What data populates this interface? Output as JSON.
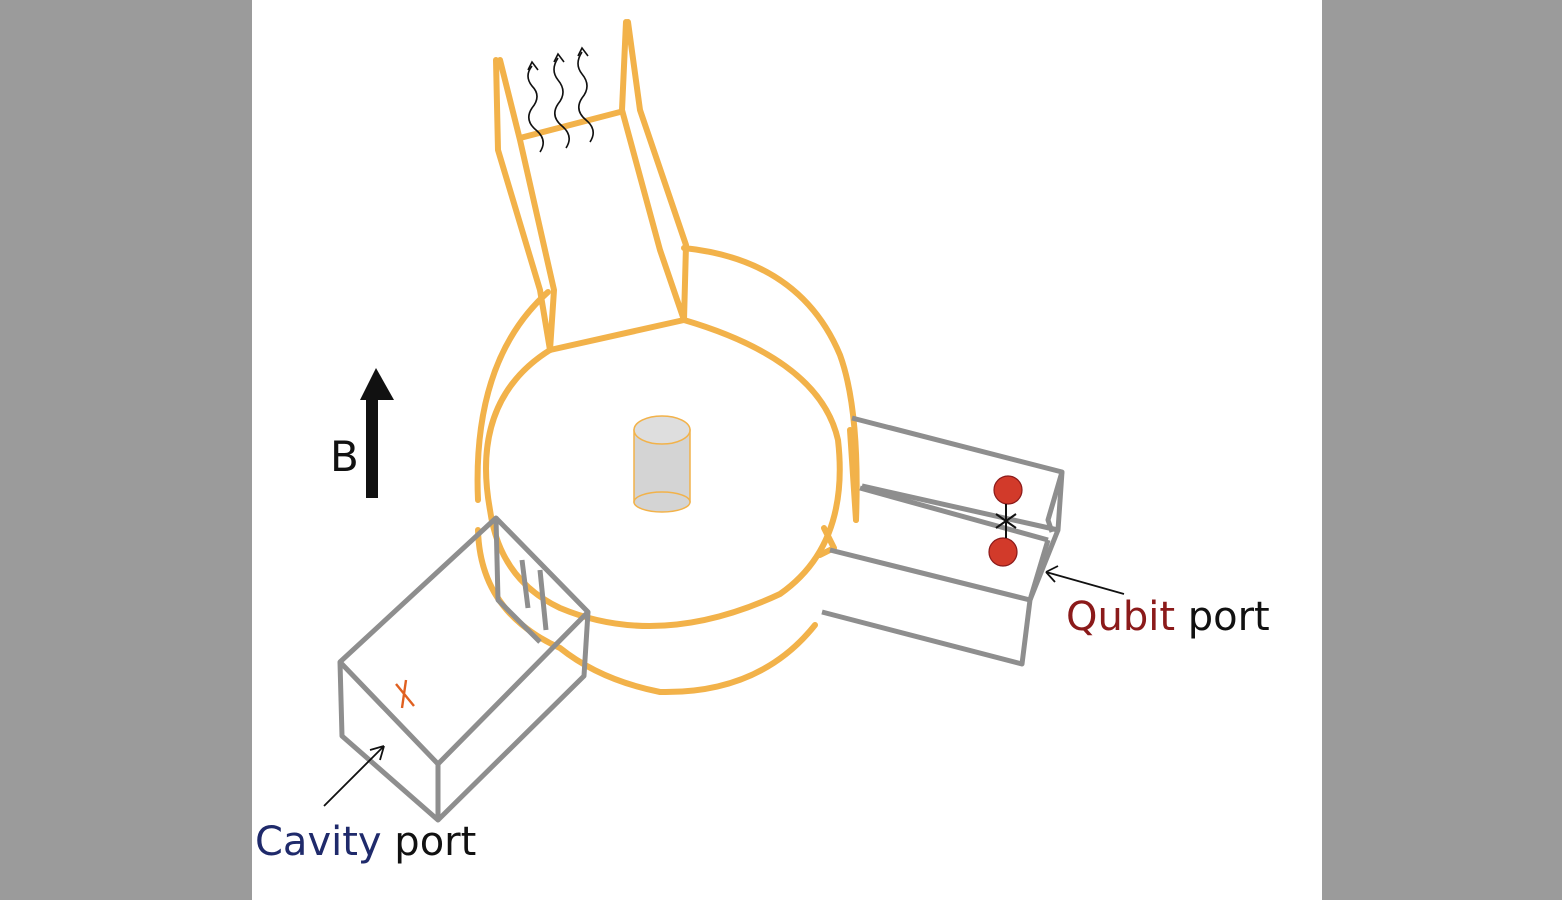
{
  "labels": {
    "field": "B",
    "qubit_word": "Qubit",
    "qubit_port_word": " port",
    "cavity_word": "Cavity",
    "cavity_port_word": " port"
  },
  "colors": {
    "background_outside": "#9b9b9b",
    "canvas": "#ffffff",
    "cavity_wall": "#f2b24a",
    "port_box": "#8e8e8e",
    "post": "#d4d4d4",
    "qubit_dot": "#d23a2a",
    "cross_mark": "#e06020",
    "qubit_text": "#8b1a1a",
    "cavity_text": "#1f2a6b",
    "arrow": "#111111"
  },
  "icons": {
    "field_arrow": "up-arrow-icon",
    "heat": "wavy-lines-icon",
    "qubit_junction": "cross-icon",
    "cavity_antenna": "cross-icon"
  }
}
